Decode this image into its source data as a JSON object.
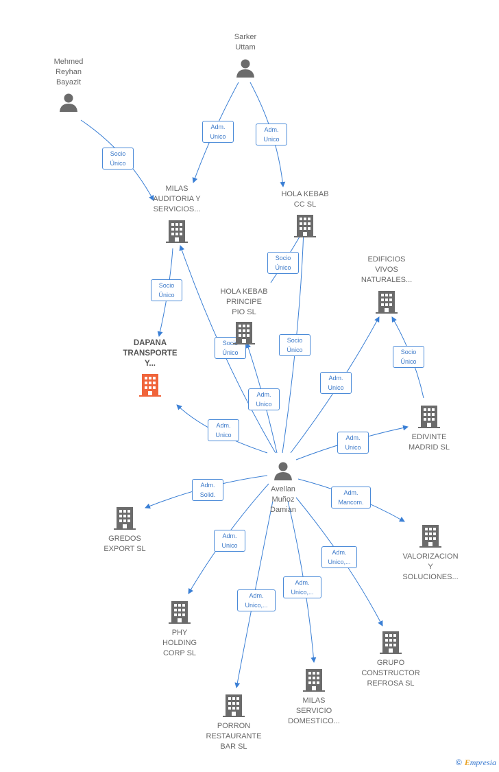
{
  "nodes": {
    "mehmed": "Mehmed\nReyhan\nBayazit",
    "sarker": "Sarker\nUttam",
    "milas_auditoria": "MILAS\nAUDITORIA Y\nSERVICIOS...",
    "hola_kebab_cc": "HOLA KEBAB\nCC  SL",
    "edificios_vivos": "EDIFICIOS\nVIVOS\nNATURALES...",
    "hola_kebab_principe": "HOLA KEBAB\nPRINCIPE\nPIO  SL",
    "dapana": "DAPANA\nTRANSPORTE\nY...",
    "edivinte": "EDIVINTE\nMADRID  SL",
    "avellan": "Avellan\nMuñoz\nDamian",
    "gredos": "GREDOS\nEXPORT  SL",
    "valorizacion": "VALORIZACION\nY\nSOLUCIONES...",
    "phy": "PHY\nHOLDING\nCORP SL",
    "grupo": "GRUPO\nCONSTRUCTOR\nREFROSA SL",
    "milas_servicio": "MILAS\nSERVICIO\nDOMESTICO...",
    "porron": "PORRON\nRESTAURANTE\nBAR  SL"
  },
  "edge_labels": {
    "mehmed_milas": "Socio\nÚnico",
    "sarker_milas": "Adm.\nUnico",
    "sarker_hola": "Adm.\nUnico",
    "principe_hola": "Socio\nÚnico",
    "milas_dapana": "Socio\nÚnico",
    "avellan_milas": "Socio\nÚnico",
    "avellan_hola": "Socio\nÚnico",
    "avellan_principe": "Adm.\nUnico",
    "avellan_dapana": "Adm.\nUnico",
    "avellan_edificios": "Adm.\nUnico",
    "edivinte_edificios": "Socio\nÚnico",
    "avellan_edivinte": "Adm.\nUnico",
    "avellan_gredos": "Adm.\nSolid.",
    "avellan_valorizacion": "Adm.\nMancom.",
    "avellan_phy": "Adm.\nUnico",
    "avellan_grupo": "Adm.\nUnico,...",
    "avellan_porron": "Adm.\nUnico,...",
    "avellan_servicio": "Adm.\nUnico,..."
  },
  "colors": {
    "edge": "#3a7fd5",
    "building": "#6b6b6b",
    "focal": "#f0643a",
    "person": "#6b6b6b"
  },
  "brand": {
    "copyright": "©",
    "initial": "E",
    "rest": "mpresia"
  }
}
